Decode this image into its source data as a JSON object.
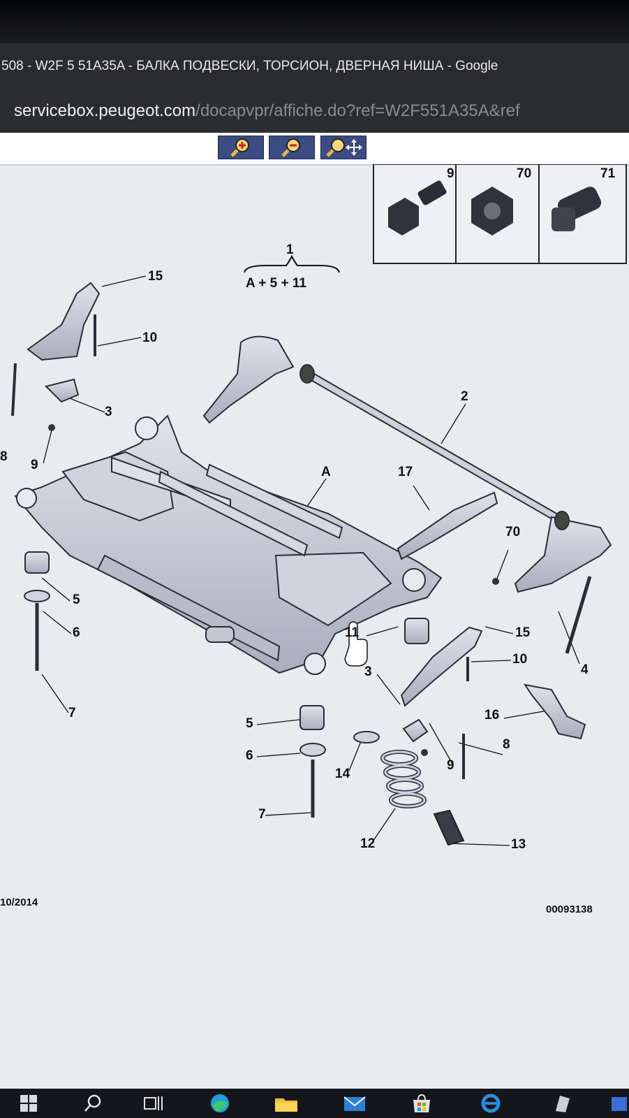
{
  "window": {
    "title": "508 - W2F 5 51A35A - БАЛКА ПОДВЕСКИ, ТОРСИОН, ДВЕРНАЯ НИША - Google"
  },
  "address": {
    "host": "servicebox.peugeot.com",
    "path": "/docapvpr/affiche.do?ref=W2F551A35A&ref"
  },
  "toolbar": {
    "zoom_in_icon": "zoom-in-icon",
    "zoom_out_icon": "zoom-out-icon",
    "zoom_pan_icon": "zoom-pan-icon"
  },
  "inset": {
    "labels": [
      "9",
      "70",
      "71"
    ]
  },
  "diagram": {
    "group_number": "1",
    "group_formula": "A + 5 + 11",
    "labels": [
      "15",
      "10",
      "3",
      "8",
      "9",
      "2",
      "A",
      "17",
      "70",
      "5",
      "6",
      "7",
      "11",
      "15",
      "10",
      "4",
      "3",
      "16",
      "5",
      "8",
      "6",
      "14",
      "9",
      "7",
      "12",
      "13"
    ],
    "date": "10/2014",
    "ref_number": "00093138"
  },
  "taskbar": {
    "icons": [
      "windows-start-icon",
      "search-icon",
      "task-view-icon",
      "edge-chromium-icon",
      "file-explorer-icon",
      "mail-icon",
      "store-icon",
      "internet-explorer-icon",
      "app-icon"
    ]
  },
  "colors": {
    "chrome": "#2a2b2f",
    "zoom_button": "#3d4b83",
    "page_bg": "#e9ecef",
    "part_fill": "#c7cbd6",
    "taskbar": "#14161c"
  }
}
